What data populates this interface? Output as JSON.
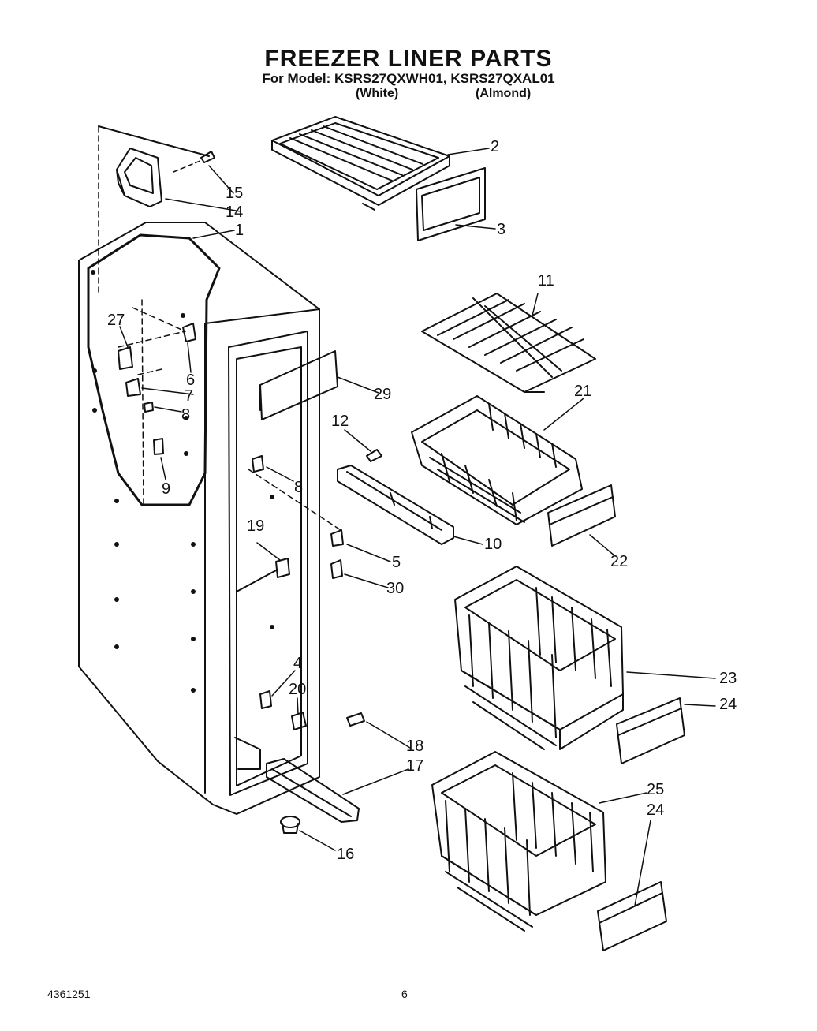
{
  "title": "FREEZER LINER PARTS",
  "subtitle": "For Model: KSRS27QXWH01, KSRS27QXAL01",
  "variants": [
    "(White)",
    "(Almond)"
  ],
  "footer": {
    "doc_number": "4361251",
    "page": "6"
  },
  "callouts": [
    "1",
    "2",
    "3",
    "4",
    "5",
    "6",
    "7",
    "8",
    "8",
    "9",
    "10",
    "11",
    "12",
    "14",
    "15",
    "16",
    "17",
    "18",
    "19",
    "20",
    "21",
    "22",
    "23",
    "24",
    "24",
    "25",
    "27",
    "29",
    "30"
  ]
}
